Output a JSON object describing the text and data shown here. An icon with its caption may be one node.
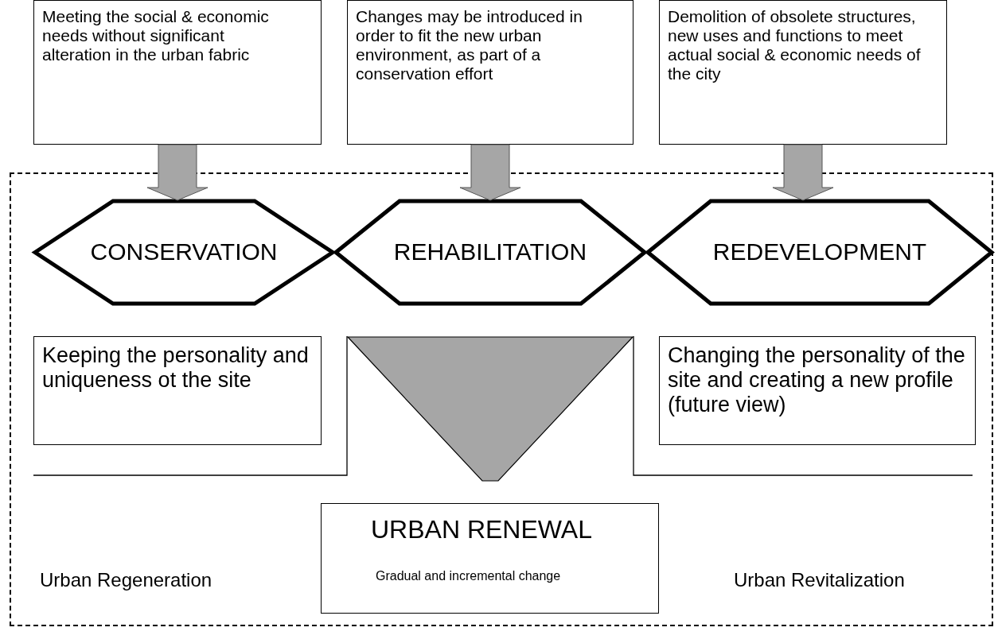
{
  "diagram": {
    "nodes": [
      {
        "text": [],
        "shape": "box"
      },
      {
        "text": [
          "Meeting the social & economic needs without significant alteration in the urban fabric"
        ]
      },
      {
        "text": [
          "Changes may be introduced in order to fit the new urban environment, as part of a conservation effort"
        ]
      },
      {
        "text": [
          "Demolition of obsolete structures, new uses and functions to meet actual social & economic needs of the city"
        ]
      },
      {
        "text": [
          "CONSERVATION"
        ],
        "in": 0
      },
      {
        "text": [
          "REHABILITATION"
        ],
        "in": 0
      },
      {
        "text": [
          "REDEVELOPMENT"
        ],
        "in": 0
      },
      {
        "text": [
          "Keeping the personality and uniqueness ot the site"
        ],
        "in": 0
      },
      {
        "text": [],
        "shape": "triangle",
        "in": 0
      },
      {
        "text": [
          "Changing the personality of the site and creating a new profile (future view)"
        ],
        "in": 0
      },
      {
        "text": [
          "URBAN RENEWAL",
          "Gradual and incremental change"
        ],
        "in": 0
      }
    ],
    "edges": [
      {
        "from": 1,
        "to": 4,
        "arrow": "to"
      },
      {
        "from": 2,
        "to": 5,
        "arrow": "to"
      },
      {
        "from": 3,
        "to": 6,
        "arrow": "to"
      }
    ],
    "labels": [
      "Urban Regeneration",
      "Urban Revitalization"
    ]
  }
}
